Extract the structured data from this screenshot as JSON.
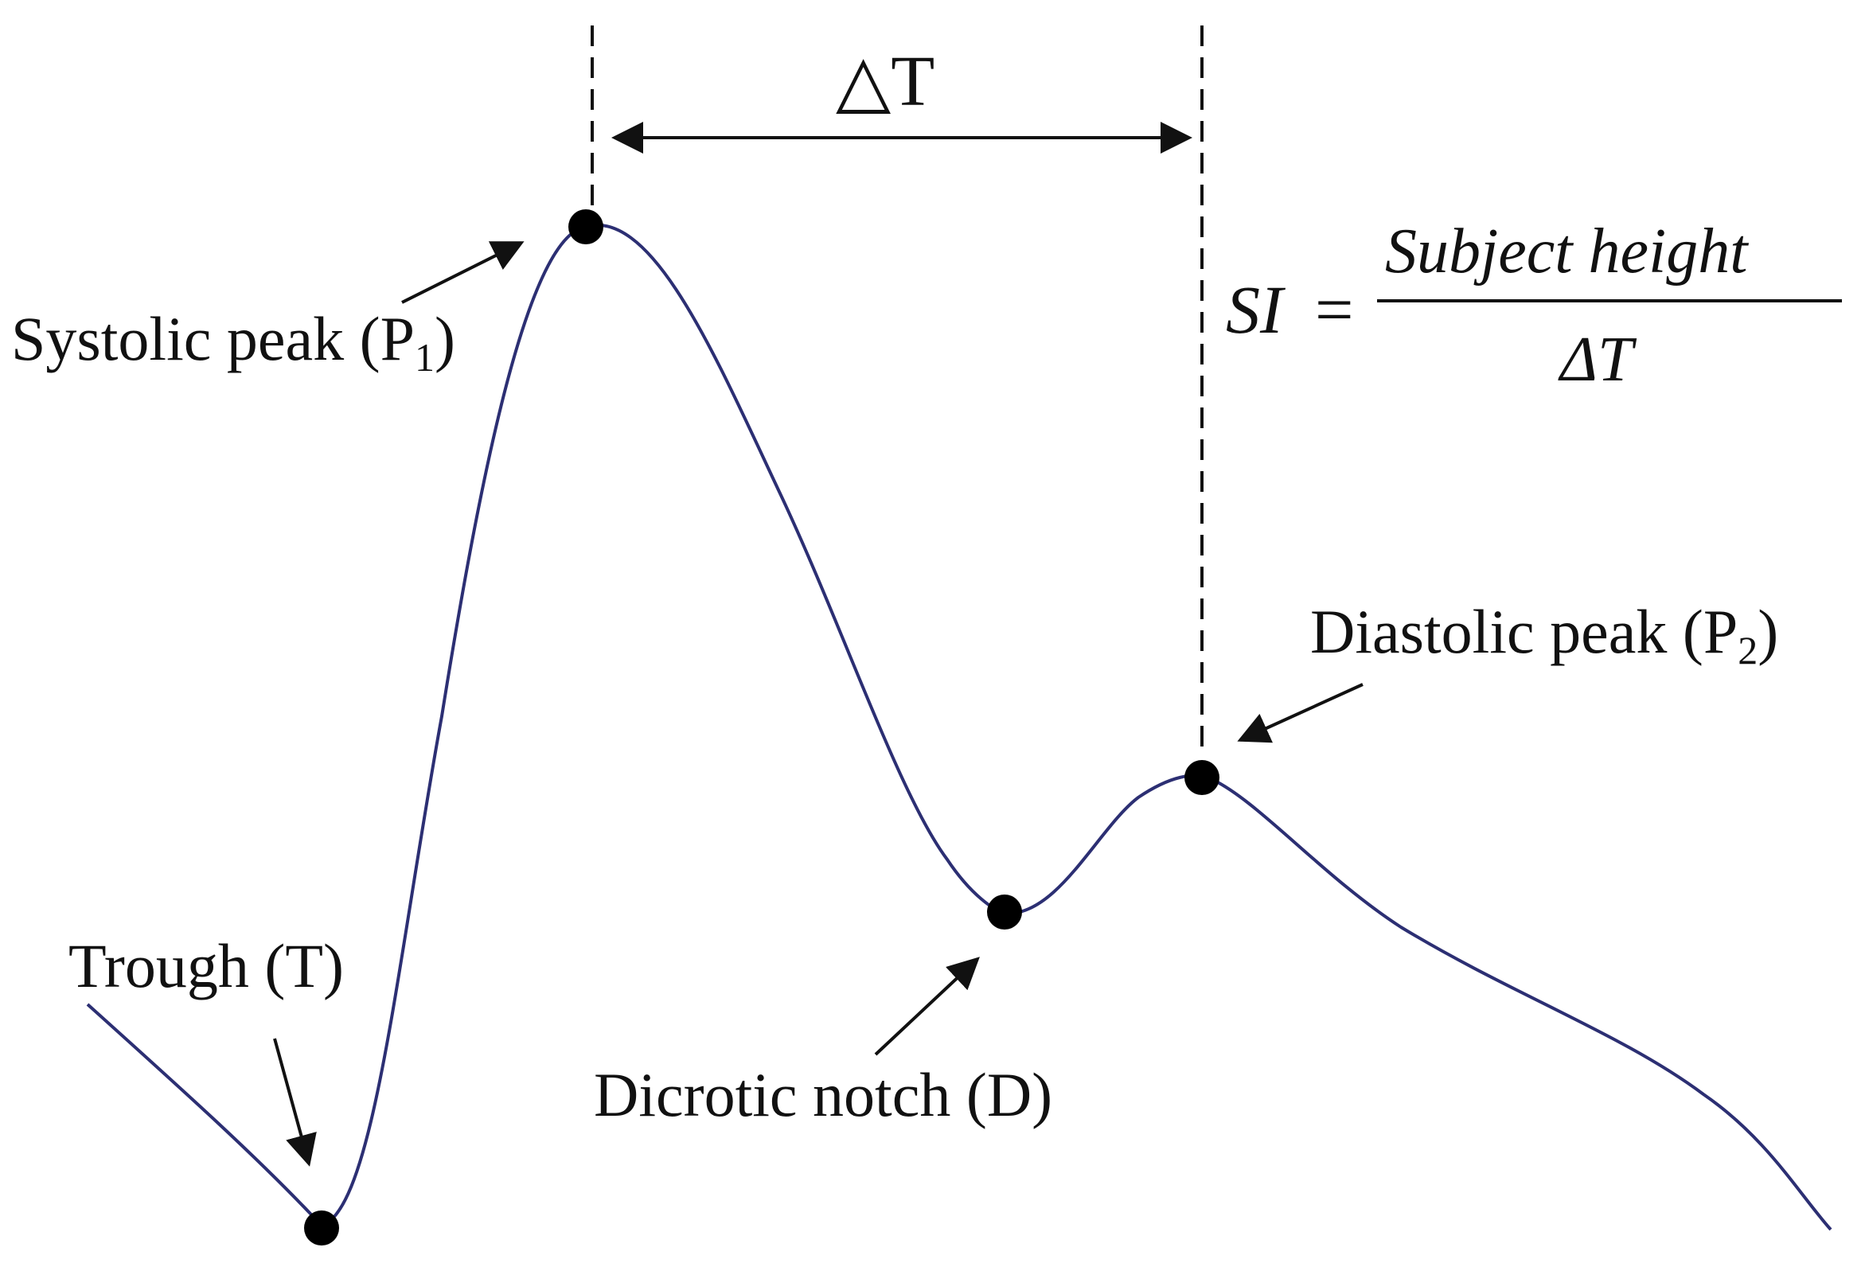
{
  "diagram": {
    "labels": {
      "delta_t": {
        "symbol": "△",
        "letter": "T"
      },
      "systolic": {
        "main": "Systolic peak (P",
        "sub": "1",
        "close": ")"
      },
      "diastolic": {
        "main": "Diastolic peak (P",
        "sub": "2",
        "close": ")"
      },
      "trough": "Trough (T)",
      "dicrotic": "Dicrotic notch (D)"
    },
    "formula": {
      "lhs": "SI",
      "equals": "=",
      "numerator": "Subject height",
      "denominator": "ΔT"
    },
    "colors": {
      "waveform": "#2c2f73",
      "ink": "#111111"
    }
  }
}
